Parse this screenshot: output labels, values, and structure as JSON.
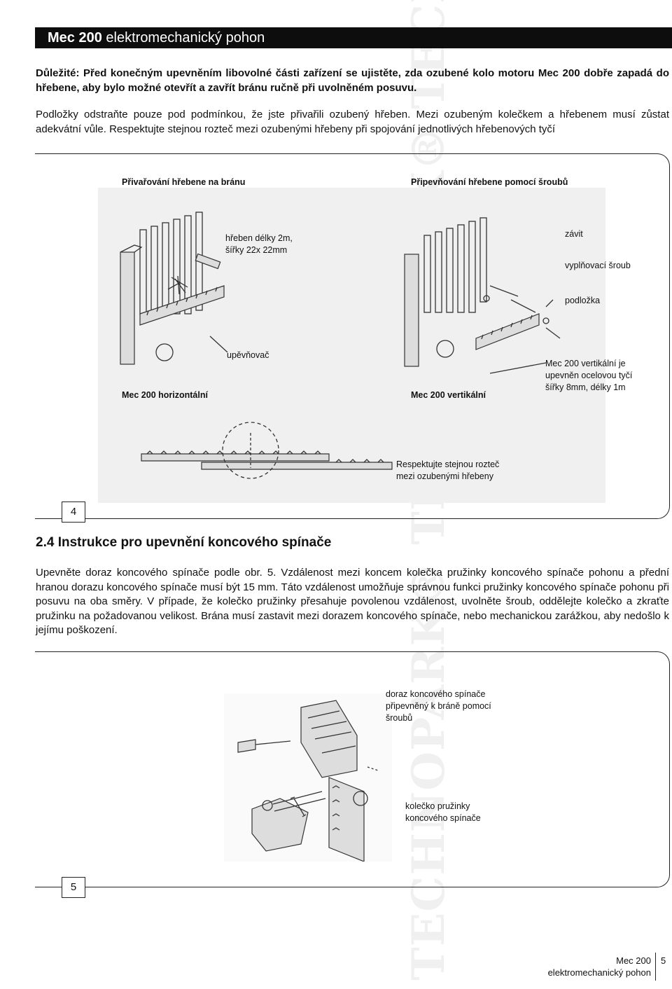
{
  "header": {
    "product": "Mec 200",
    "subtitle": "elektromechanický pohon"
  },
  "intro": {
    "important": "Důležité: Před konečným upevněním libovolné části zařízení se ujistěte, zda ozubené kolo motoru Mec 200 dobře zapadá do hřebene, aby bylo možné otevřít a zavřít bránu ručně při uvolněném posuvu.",
    "body": "Podložky odstraňte pouze pod podmínkou, že jste přivařili ozubený hřeben. Mezi ozubeným kolečkem a hřebenem musí zůstat adekvátní vůle. Respektujte stejnou rozteč mezi ozubenými hřebeny při spojování jednotlivých hřebenových tyčí"
  },
  "figure4": {
    "number": "4",
    "left_title": "Přivařování hřebene na bránu",
    "right_title": "Připevňování hřebene pomocí šroubů",
    "rack_size": "hřeben délky 2m,\nšířky 22x 22mm",
    "thread": "závit",
    "filler_screw": "vyplňovací šroub",
    "washer": "podložka",
    "bracket": "upěvňovač",
    "horizontal": "Mec 200 horizontální",
    "vertical": "Mec 200 vertikální",
    "vertical_note": "Mec 200 vertikální je\nupevněn ocelovou tyčí\nšířky 8mm, délky 1m",
    "pitch_note": "Respektujte stejnou rozteč\nmezi ozubenými hřebeny"
  },
  "section": {
    "heading": "2.4 Instrukce pro upevnění koncového spínače",
    "body": "Upevněte doraz koncového spínače podle obr. 5. Vzdálenost mezi koncem kolečka pružinky koncového spínače pohonu a přední hranou dorazu koncového spínače musí být 15 mm. Táto vzdálenost umožňuje správnou funkci pružinky koncového spínače pohonu při posuvu na oba směry. V případe, že kolečko pružinky přesahuje povolenou vzdálenost, uvolněte šroub, oddělejte kolečko a zkraťte pružinku na požadovanou velikost. Brána musí zastavit mezi dorazem koncového spínače, nebo mechanickou zarážkou, aby nedošlo k jejímu poškození."
  },
  "figure5": {
    "number": "5",
    "stop_label": "doraz koncového spínače\npřipevněný k bráně pomocí\nšroubů",
    "wheel_label": "kolečko pružinky\nkoncového spínače"
  },
  "footer": {
    "product": "Mec 200",
    "subtitle": "elektromechanický pohon",
    "page": "5"
  },
  "watermark": "TECHNOPARK® TECHNOPARK® TECHNOPARK®"
}
